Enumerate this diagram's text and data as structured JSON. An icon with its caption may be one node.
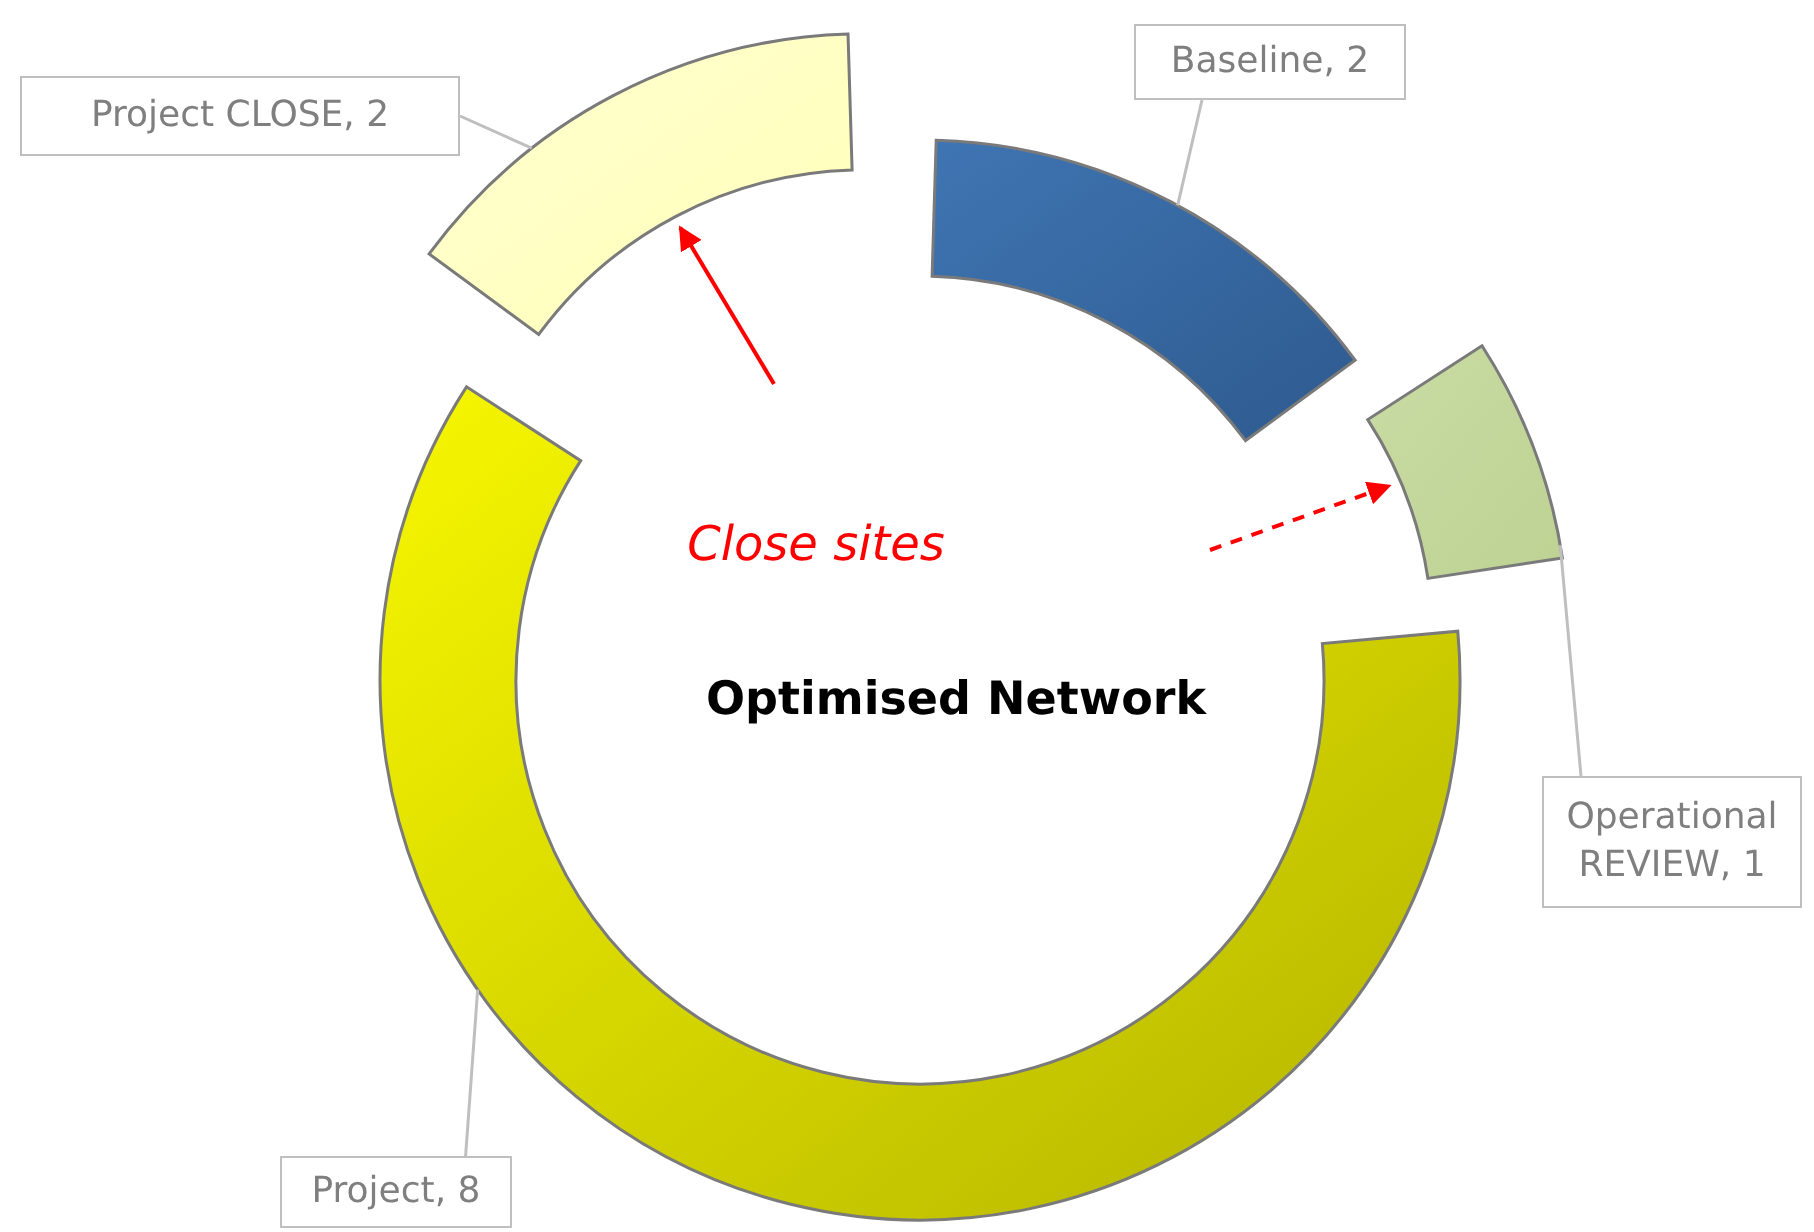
{
  "diagram": {
    "nodes": [
      {
        "text": [],
        "shape": "arc"
      },
      {
        "text": [],
        "shape": "arc"
      },
      {
        "text": [],
        "shape": "arc"
      },
      {
        "text": [],
        "shape": "arc"
      },
      {
        "text": [
          "Project CLOSE, 2"
        ]
      },
      {
        "text": [
          "Baseline, 2"
        ]
      },
      {
        "text": [
          "Operational REVIEW, 1"
        ]
      },
      {
        "text": [
          "Project, 8"
        ]
      }
    ],
    "edges": [
      {
        "from": 4,
        "to": 0,
        "arrow": "none"
      },
      {
        "from": 5,
        "to": 1,
        "arrow": "none"
      },
      {
        "from": 6,
        "to": 2,
        "arrow": "none"
      },
      {
        "from": 7,
        "to": 3,
        "arrow": "none"
      },
      {
        "from": null,
        "to": 0,
        "arrow": "to",
        "color": "#ff0000"
      },
      {
        "from": null,
        "to": 2,
        "arrow": "to",
        "style": "dashed",
        "color": "#ff0000"
      }
    ],
    "labels": [
      "Close sites",
      "Optimised Network"
    ]
  }
}
